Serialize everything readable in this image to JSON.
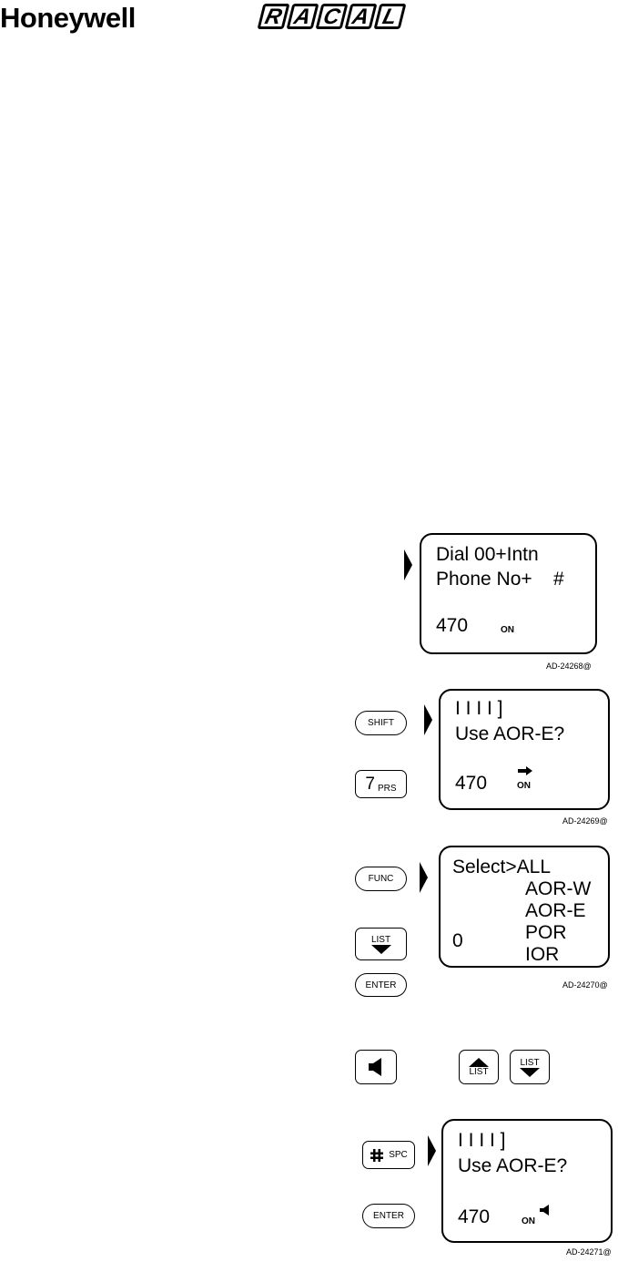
{
  "header": {
    "honeywell_logo": "Honeywell",
    "racal_logo": [
      "R",
      "A",
      "C",
      "A",
      "L"
    ]
  },
  "figures": [
    {
      "id": "AD-24268@",
      "lines": [
        "Dial 00+Intn",
        "Phone No+    #"
      ],
      "bottom_number": "470",
      "status": "ON"
    },
    {
      "id": "AD-24269@",
      "keys": [
        "SHIFT",
        "7",
        "PRS"
      ],
      "lines": [
        "I I I I ]",
        "Use AOR-E?"
      ],
      "bottom_number": "470",
      "status": "ON"
    },
    {
      "id": "AD-24270@",
      "keys": [
        "FUNC",
        "LIST",
        "ENTER"
      ],
      "lines": [
        "Select>ALL",
        "AOR-W",
        "AOR-E",
        "POR",
        "IOR"
      ],
      "bottom_number": "0"
    },
    {
      "keys": [
        "LIST",
        "LIST"
      ]
    },
    {
      "id": "AD-24271@",
      "keys": [
        "SPC",
        "ENTER"
      ],
      "lines": [
        "I I I I ]",
        "Use AOR-E?"
      ],
      "bottom_number": "470",
      "status": "ON"
    }
  ]
}
